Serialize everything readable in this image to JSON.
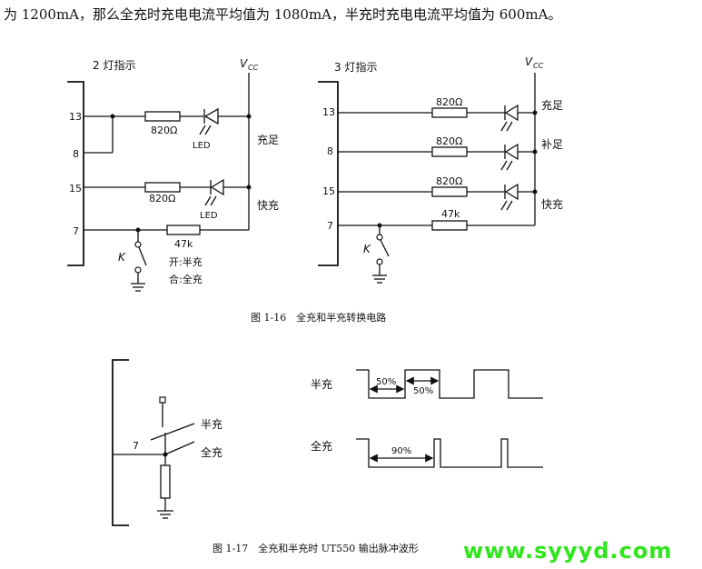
{
  "intro_text": "为 1200mA，那么全充时充电电流平均值为 1080mA，半充时充电电流平均值为 600mA。",
  "fig16": {
    "caption": "图 1-16　全充和半充转换电路",
    "left": {
      "title": "2 灯指示",
      "vcc": "V",
      "vcc_sub": "CC",
      "pins": [
        "13",
        "8",
        "15",
        "7"
      ],
      "r1": "820Ω",
      "r2": "820Ω",
      "r3": "47k",
      "led_label": "LED",
      "label_full": "充足",
      "label_fast": "快充",
      "switch": "K",
      "note_open": "开:半充",
      "note_close": "合:全充"
    },
    "right": {
      "title": "3 灯指示",
      "vcc": "V",
      "vcc_sub": "CC",
      "pins": [
        "13",
        "8",
        "15",
        "7"
      ],
      "r1": "820Ω",
      "r2": "820Ω",
      "r3": "820Ω",
      "r4": "47k",
      "label_full": "充足",
      "label_supp": "补足",
      "label_fast": "快充",
      "switch": "K"
    }
  },
  "fig17": {
    "caption": "图 1-17　全充和半充时 UT550 输出脉冲波形",
    "pin": "7",
    "sw_half": "半充",
    "sw_full": "全充",
    "wave_half_label": "半充",
    "wave_full_label": "全充",
    "pct_a": "50%",
    "pct_b": "50%",
    "pct_c": "90%"
  },
  "watermark": "www.syyyd.com"
}
